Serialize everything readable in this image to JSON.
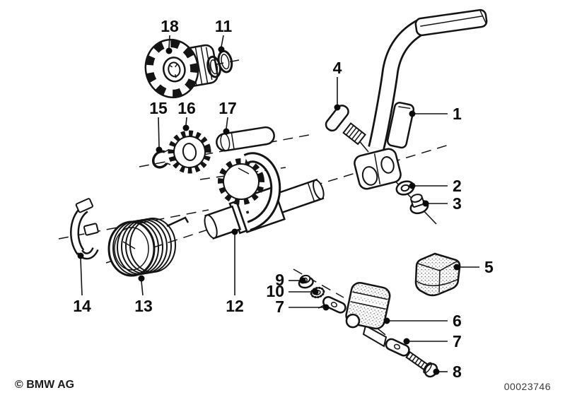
{
  "footer": {
    "copyright": "© BMW AG",
    "image_number": "00023746"
  },
  "callouts": [
    {
      "part": "18"
    },
    {
      "part": "11"
    },
    {
      "part": "15"
    },
    {
      "part": "16"
    },
    {
      "part": "17"
    },
    {
      "part": "4"
    },
    {
      "part": "1"
    },
    {
      "part": "2"
    },
    {
      "part": "3"
    },
    {
      "part": "5"
    },
    {
      "part": "9"
    },
    {
      "part": "10"
    },
    {
      "part": "7"
    },
    {
      "part": "6"
    },
    {
      "part": "7"
    },
    {
      "part": "8"
    },
    {
      "part": "14"
    },
    {
      "part": "13"
    },
    {
      "part": "12"
    }
  ]
}
